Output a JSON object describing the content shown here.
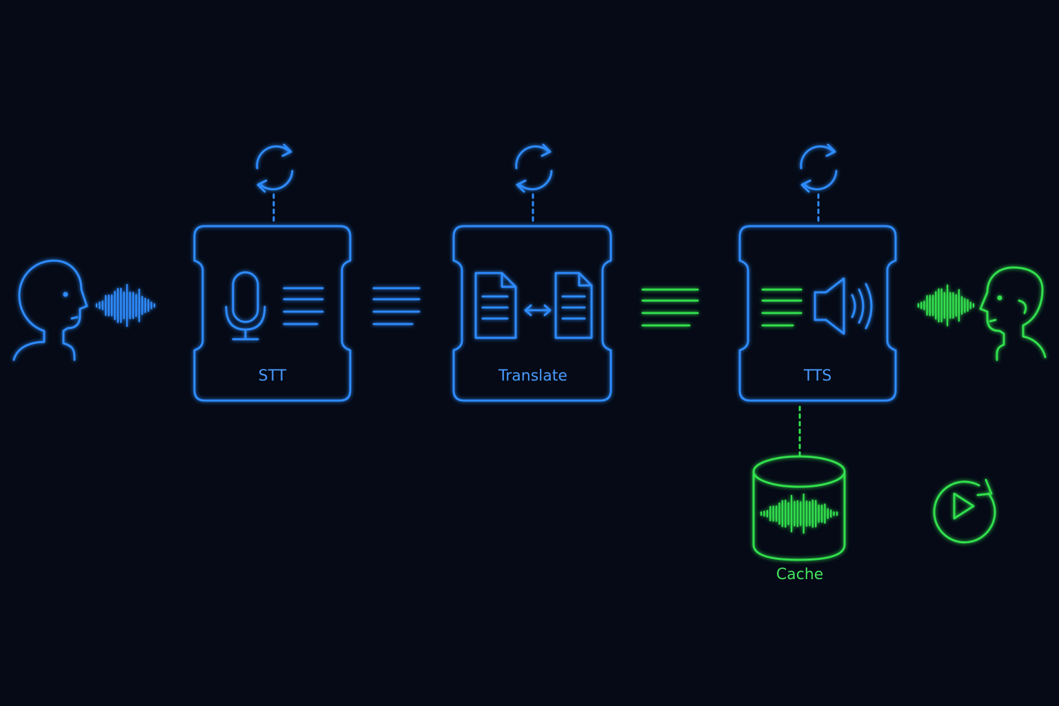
{
  "stages": {
    "stt": {
      "label": "STT"
    },
    "translate": {
      "label": "Translate"
    },
    "tts": {
      "label": "TTS"
    }
  },
  "cache": {
    "label": "Cache"
  },
  "colors": {
    "background": "#050a16",
    "blue": "#2f8cff",
    "green": "#33e04e"
  },
  "icons": {
    "source_speaker": "speaker-head-icon",
    "target_listener": "listener-head-icon",
    "stt": [
      "microphone-icon",
      "text-lines-icon"
    ],
    "translate": [
      "document-icon",
      "bidirectional-arrow-icon",
      "document-icon"
    ],
    "tts": [
      "text-lines-icon",
      "loudspeaker-icon"
    ],
    "retry": "refresh-icon",
    "cache": "database-icon",
    "playback": "replay-play-icon"
  }
}
